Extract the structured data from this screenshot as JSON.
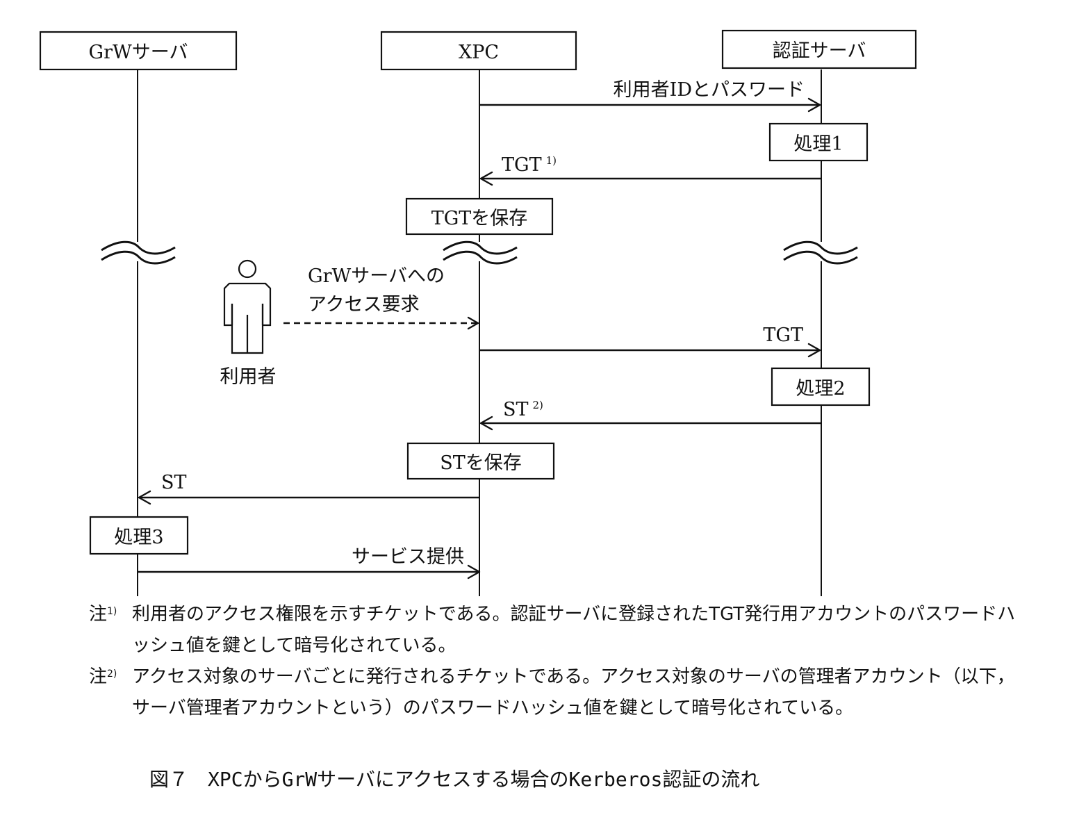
{
  "diagram": {
    "type": "sequence",
    "participants": [
      {
        "id": "grw",
        "label": "GrWサーバ"
      },
      {
        "id": "xpc",
        "label": "XPC"
      },
      {
        "id": "auth",
        "label": "認証サーバ"
      }
    ],
    "actor": {
      "id": "user",
      "label": "利用者",
      "icon": "person-icon"
    },
    "messages": [
      {
        "id": "m1",
        "from": "xpc",
        "to": "auth",
        "label": "利用者IDとパスワード",
        "note_ref": "",
        "style": "solid"
      },
      {
        "id": "m2",
        "from": "auth",
        "to": "xpc",
        "label": "TGT",
        "note_ref": "1)",
        "style": "solid"
      },
      {
        "id": "m3",
        "from": "user",
        "to": "xpc",
        "label": "GrWサーバへの\nアクセス要求",
        "label_lines": [
          "GrWサーバへの",
          "アクセス要求"
        ],
        "note_ref": "",
        "style": "dashed"
      },
      {
        "id": "m4",
        "from": "xpc",
        "to": "auth",
        "label": "TGT",
        "note_ref": "",
        "style": "solid"
      },
      {
        "id": "m5",
        "from": "auth",
        "to": "xpc",
        "label": "ST",
        "note_ref": "2)",
        "style": "solid"
      },
      {
        "id": "m6",
        "from": "xpc",
        "to": "grw",
        "label": "ST",
        "note_ref": "",
        "style": "solid"
      },
      {
        "id": "m7",
        "from": "grw",
        "to": "xpc",
        "label": "サービス提供",
        "note_ref": "",
        "style": "solid"
      }
    ],
    "processes": [
      {
        "id": "p1",
        "on": "auth",
        "label": "処理1"
      },
      {
        "id": "p_tgt",
        "on": "xpc",
        "label": "TGTを保存"
      },
      {
        "id": "p2",
        "on": "auth",
        "label": "処理2"
      },
      {
        "id": "p_st",
        "on": "xpc",
        "label": "STを保存"
      },
      {
        "id": "p3",
        "on": "grw",
        "label": "処理3"
      }
    ],
    "break_marker": "≈"
  },
  "notes": [
    {
      "mark": "注",
      "ref": "1)",
      "text": "利用者のアクセス権限を示すチケットである。認証サーバに登録されたTGT発行用アカウントのパスワードハッシュ値を鍵として暗号化されている。"
    },
    {
      "mark": "注",
      "ref": "2)",
      "text": "アクセス対象のサーバごとに発行されるチケットである。アクセス対象のサーバの管理者アカウント（以下，サーバ管理者アカウントという）のパスワードハッシュ値を鍵として暗号化されている。"
    }
  ],
  "caption": "図７　XPCからGrWサーバにアクセスする場合のKerberos認証の流れ"
}
